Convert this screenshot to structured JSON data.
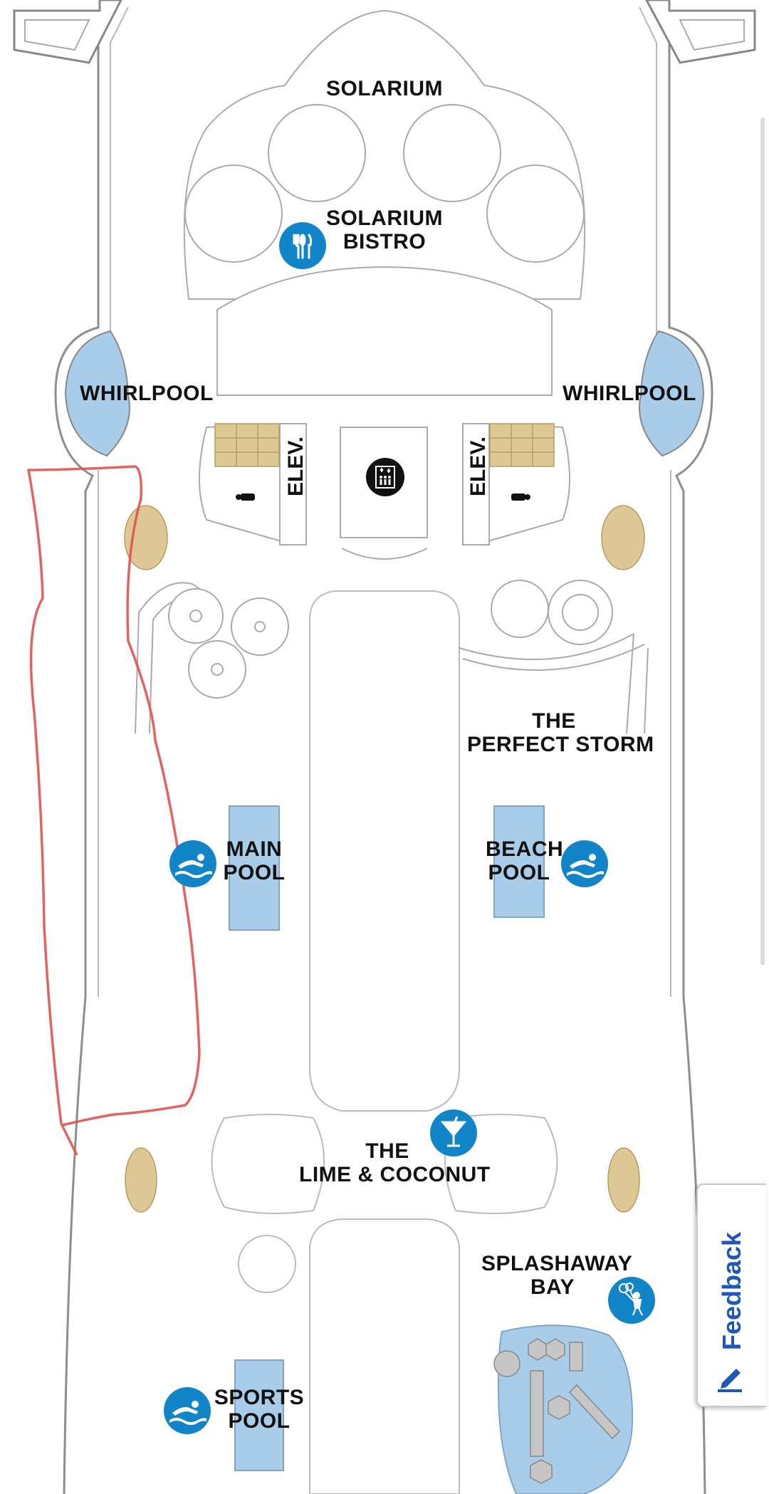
{
  "map": {
    "labels": {
      "solarium": "SOLARIUM",
      "solarium_bistro_1": "SOLARIUM",
      "solarium_bistro_2": "BISTRO",
      "whirlpool_left": "WHIRLPOOL",
      "whirlpool_right": "WHIRLPOOL",
      "elev_left": "ELEV.",
      "elev_right": "ELEV.",
      "perfect_storm_1": "THE",
      "perfect_storm_2": "PERFECT STORM",
      "main_pool_1": "MAIN",
      "main_pool_2": "POOL",
      "beach_pool_1": "BEACH",
      "beach_pool_2": "POOL",
      "lime_coconut_1": "THE",
      "lime_coconut_2": "LIME & COCONUT",
      "splashaway_1": "SPLASHAWAY",
      "splashaway_2": "BAY",
      "sports_pool_1": "SPORTS",
      "sports_pool_2": "POOL"
    },
    "icons": [
      "dining-icon",
      "elevator-icon",
      "swimming-icon",
      "cocktail-icon",
      "kids-play-icon",
      "restroom-icon"
    ],
    "colors": {
      "water": "#a9cde8",
      "stairs": "#ddc794",
      "icon_blue": "#1185c8",
      "outline": "#9a9a9a",
      "annotation": "#e05252"
    }
  },
  "feedback": {
    "label": "Feedback"
  }
}
